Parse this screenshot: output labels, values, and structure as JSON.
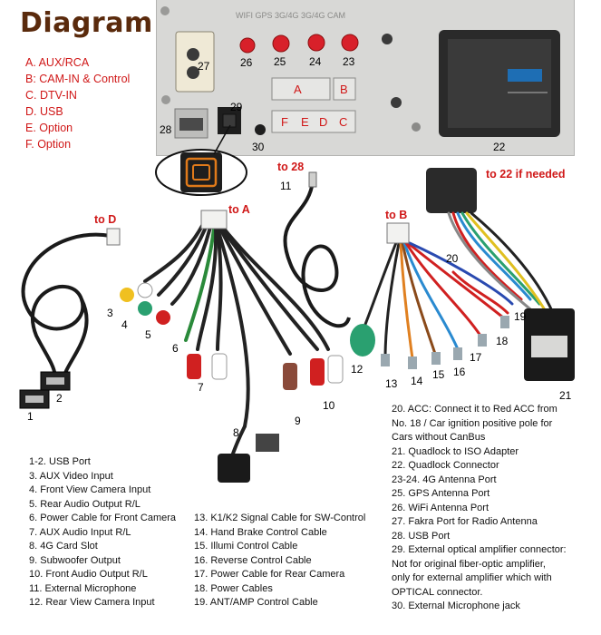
{
  "title": "Diagram",
  "legend": [
    {
      "label": "A. AUX/RCA"
    },
    {
      "label": "B: CAM-IN & Control"
    },
    {
      "label": "C. DTV-IN"
    },
    {
      "label": "D. USB"
    },
    {
      "label": "E. Option"
    },
    {
      "label": "F. Option"
    }
  ],
  "panel": {
    "top_print": "WIFI  GPS 3G/4G 3G/4G CAM",
    "ports": [
      "26",
      "25",
      "24",
      "23"
    ],
    "block_labels": {
      "a": "A",
      "b": "B",
      "f": "F",
      "e": "E",
      "d": "D",
      "c": "C"
    },
    "fakra_num": "27",
    "usb_num": "28",
    "optical_num": "29",
    "mic_num": "30",
    "quadlock_num": "22"
  },
  "callouts": {
    "n1": "1",
    "n2": "2",
    "n3": "3",
    "n4": "4",
    "n5": "5",
    "n6": "6",
    "n7": "7",
    "n8": "8",
    "n9": "9",
    "n10": "10",
    "n11": "11",
    "n12": "12",
    "n13": "13",
    "n14": "14",
    "n15": "15",
    "n16": "16",
    "n17": "17",
    "n18": "18",
    "n19": "19",
    "n20": "20",
    "n21": "21"
  },
  "to_labels": {
    "to_28": "to 28",
    "to_22": "to 22 if needed",
    "to_d": "to D",
    "to_a": "to A",
    "to_b": "to B"
  },
  "descriptions": {
    "col1": [
      "1-2. USB Port",
      "3. AUX Video Input",
      "4. Front View Camera Input",
      "5. Rear Audio Output R/L",
      "6. Power Cable for Front Camera",
      "7. AUX Audio Input R/L",
      "8. 4G Card Slot",
      "9. Subwoofer Output",
      "10. Front Audio Output R/L",
      "11. External Microphone",
      "12. Rear View Camera Input"
    ],
    "col2": [
      "13. K1/K2 Signal Cable for SW-Control",
      "14. Hand Brake Control Cable",
      "15. Illumi Control Cable",
      "16. Reverse Control Cable",
      "17. Power Cable for Rear Camera",
      "18. Power Cables",
      "19. ANT/AMP Control Cable"
    ],
    "col3": [
      "20.  ACC: Connect it to Red ACC from",
      "      No. 18 / Car ignition positive pole for",
      "      Cars without CanBus",
      "21. Quadlock to ISO Adapter",
      "22. Quadlock Connector",
      "23-24. 4G Antenna Port",
      "25. GPS Antenna Port",
      "26. WiFi Antenna Port",
      "27. Fakra Port for Radio Antenna",
      "28. USB Port",
      "29. External optical amplifier connector:",
      "      Not for original fiber-optic amplifier,",
      "      only for external amplifier which with",
      "      OPTICAL connector.",
      "30. External Microphone jack"
    ]
  },
  "colors": {
    "legend_red": "#d01818",
    "title_brown": "#5a2a0c",
    "panel_grey": "#d8d8d6",
    "antenna_red": "#d8202a",
    "optical_orange": "#e07a1a"
  }
}
